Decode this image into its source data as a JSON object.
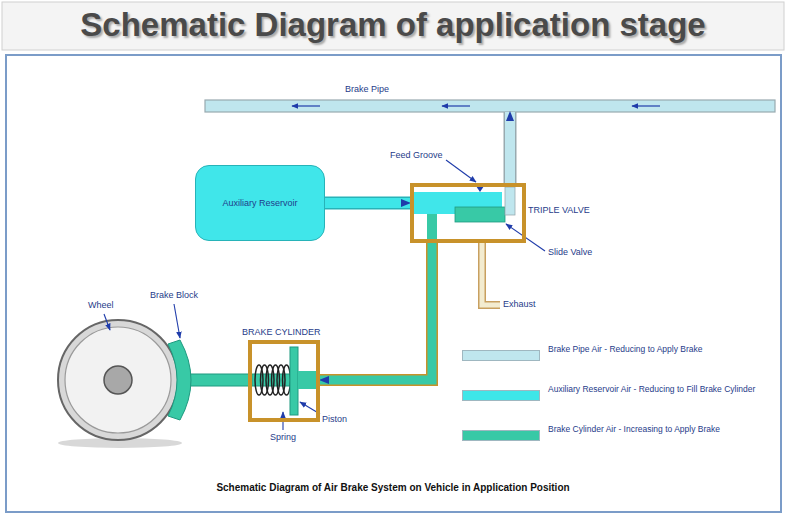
{
  "diagram": {
    "title": "Schematic Diagram of application stage",
    "caption": "Schematic Diagram of Air Brake System on Vehicle in Application Position",
    "nodes": [
      {
        "text": [
          "Brake Pipe"
        ]
      },
      {
        "text": [
          "Auxiliary Reservoir"
        ]
      },
      {
        "text": [
          "TRIPLE VALVE"
        ]
      },
      {
        "text": [
          "BRAKE CYLINDER"
        ]
      }
    ],
    "edges": [
      {
        "from": 1,
        "to": 2,
        "arrow": "to"
      },
      {
        "from": 2,
        "to": 0,
        "arrow": "to"
      },
      {
        "from": 2,
        "to": 3,
        "arrow": "to"
      }
    ],
    "labels": [
      "Feed Groove",
      "Slide Valve",
      "Exhaust",
      "Wheel",
      "Brake Block",
      "Spring",
      "Piston"
    ],
    "legend": [
      {
        "text": "Brake Pipe Air - Reducing to Apply Brake",
        "color": "#bfe6ee"
      },
      {
        "text": "Auxiliary Reservoir Air - Reducing to Fill Brake Cylinder",
        "color": "#3ee6e8"
      },
      {
        "text": "Brake Cylinder Air - Increasing to Apply Brake",
        "color": "#38c9a6"
      }
    ]
  }
}
